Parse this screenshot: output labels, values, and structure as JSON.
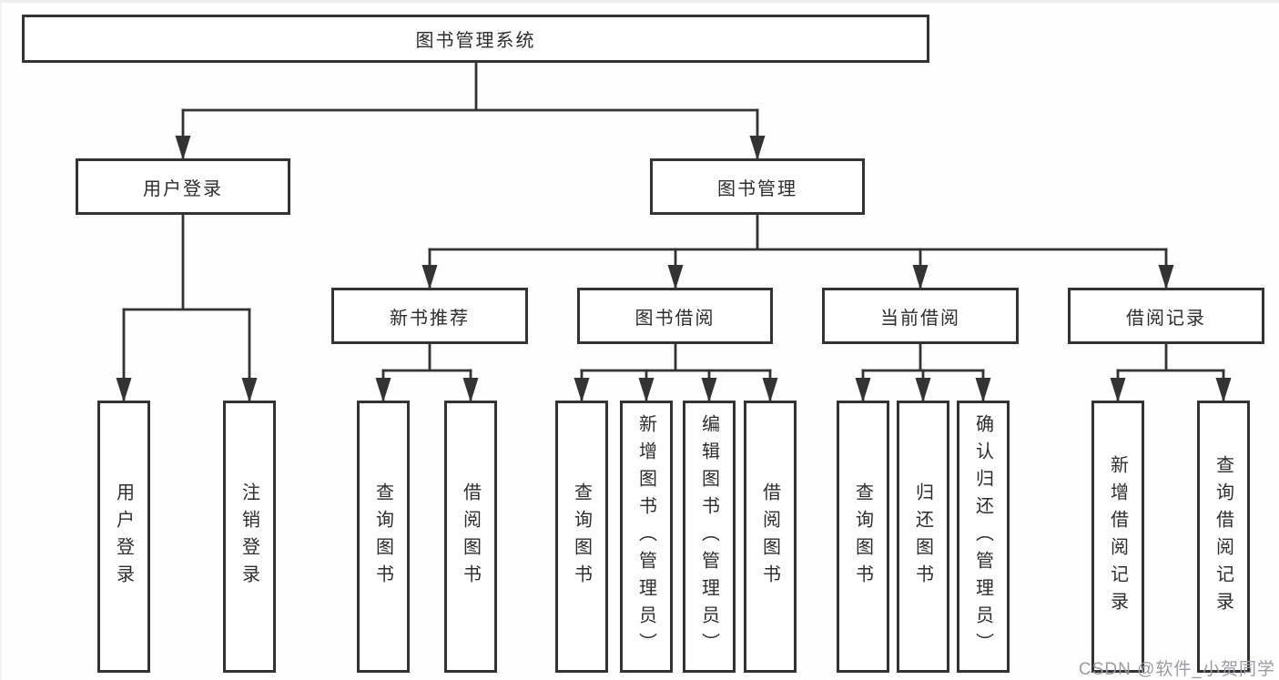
{
  "diagram": {
    "title_node": "图书管理系统",
    "branches": {
      "user_login": {
        "label": "用户登录",
        "children": [
          "用户登录",
          "注销登录"
        ]
      },
      "book_management": {
        "label": "图书管理",
        "sections": {
          "new_book_recommend": {
            "label": "新书推荐",
            "children": [
              "查询图书",
              "借阅图书"
            ]
          },
          "book_borrow": {
            "label": "图书借阅",
            "children": [
              "查询图书",
              "新增图书（管理员）",
              "编辑图书（管理员）",
              "借阅图书"
            ]
          },
          "current_borrow": {
            "label": "当前借阅",
            "children": [
              "查询图书",
              "归还图书",
              "确认归还（管理员）"
            ]
          },
          "borrow_records": {
            "label": "借阅记录",
            "children": [
              "新增借阅记录",
              "查询借阅记录"
            ]
          }
        }
      }
    },
    "watermark": "CSDN @软件_小贺同学",
    "colors": {
      "line": "#333333",
      "box_border": "#333333",
      "box_fill": "#ffffff",
      "watermark_text": "#9b9ba3"
    }
  }
}
